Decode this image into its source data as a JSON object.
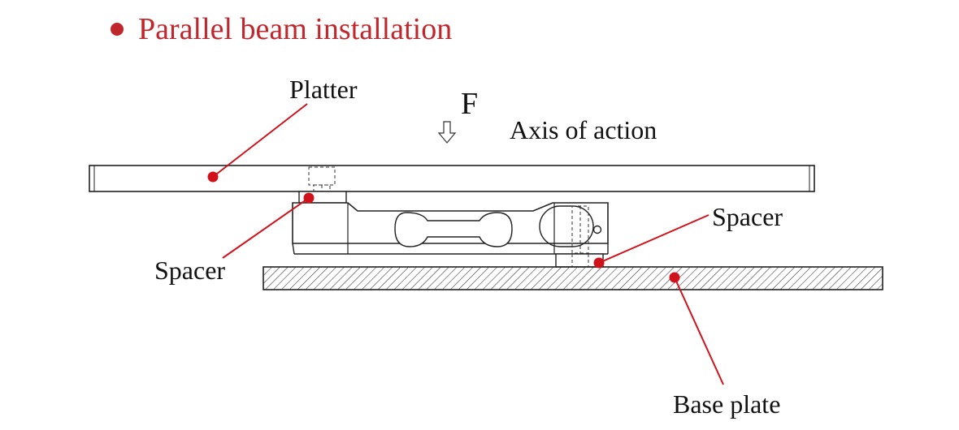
{
  "title": "Parallel beam installation",
  "labels": {
    "platter": "Platter",
    "force": "F",
    "axis": "Axis of action",
    "spacer_top": "Spacer",
    "spacer_bottom": "Spacer",
    "base_plate": "Base plate"
  },
  "colors": {
    "accent": "#c0272d",
    "line": "#222222"
  },
  "icons": {
    "force_arrow": "down-arrow-icon",
    "bullet": "bullet-dot-icon"
  }
}
